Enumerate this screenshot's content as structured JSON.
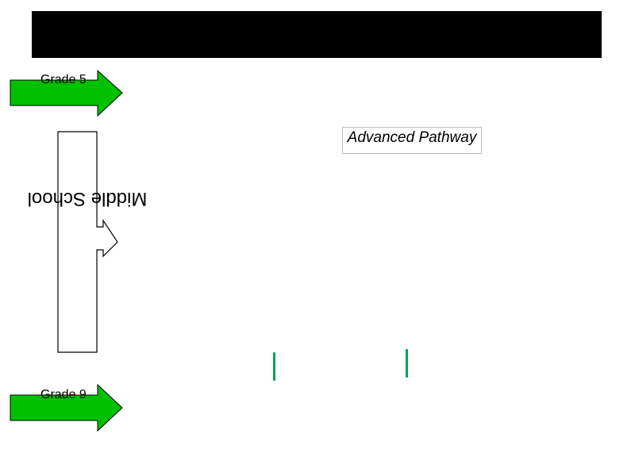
{
  "title": "",
  "arrows": {
    "grade5": {
      "label": "Grade 5",
      "color": "#00c000"
    },
    "grade9": {
      "label": "Grade 9",
      "color": "#00c000"
    }
  },
  "middle_school": {
    "label": "Middle School"
  },
  "pathway": {
    "label": "Advanced Pathway"
  },
  "colors": {
    "title_bar": "#000000",
    "marker": "#00a651"
  }
}
